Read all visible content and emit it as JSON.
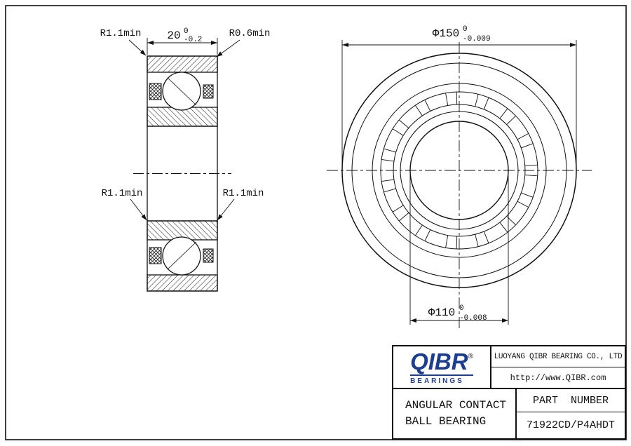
{
  "section_view": {
    "dim_width_value": "20",
    "dim_width_tol_upper": "0",
    "dim_width_tol_lower": "-0.2",
    "label_fillet_top_left": "R1.1min",
    "label_fillet_top_right": "R0.6min",
    "label_fillet_mid_left": "R1.1min",
    "label_fillet_mid_right": "R1.1min"
  },
  "front_view": {
    "dim_outer_value": "Φ150",
    "dim_outer_tol_upper": "0",
    "dim_outer_tol_lower": "-0.009",
    "dim_bore_value": "Φ110",
    "dim_bore_tol_upper": "0",
    "dim_bore_tol_lower": "-0.008"
  },
  "title_block": {
    "brand": "QIBR",
    "registered_mark": "®",
    "brand_subtitle": "BEARINGS",
    "company_name": "LUOYANG QIBR BEARING CO., LTD",
    "website": "http://www.QIBR.com",
    "product_type_line1": "ANGULAR CONTACT",
    "product_type_line2": "BALL BEARING",
    "part_number_label": "PART  NUMBER",
    "part_number": "71922CD/P4AHDT"
  },
  "colors": {
    "brand_blue": "#1d3d91",
    "line_black": "#111111"
  }
}
